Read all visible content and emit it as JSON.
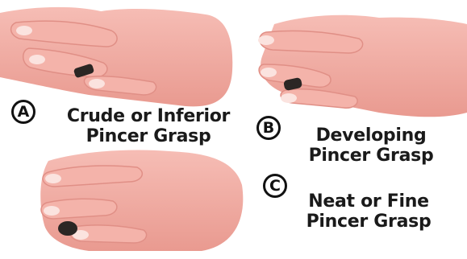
{
  "panels": [
    {
      "letter": "A",
      "line1": "Crude or Inferior",
      "line2": "Pincer Grasp"
    },
    {
      "letter": "B",
      "line1": "Developing",
      "line2": "Pincer Grasp"
    },
    {
      "letter": "C",
      "line1": "Neat or Fine",
      "line2": "Pincer Grasp"
    }
  ],
  "colors": {
    "skin": "#f2ada4",
    "skin_shadow": "#e08f86",
    "nail": "#fbe3df",
    "object": "#2b2624",
    "text": "#1a1a1a"
  }
}
